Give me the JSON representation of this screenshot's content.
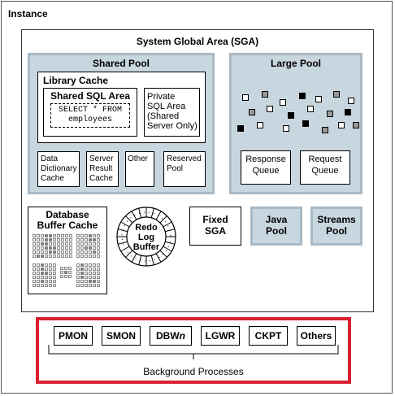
{
  "instance_label": "Instance",
  "sga_label": "System Global Area (SGA)",
  "shared_pool": {
    "label": "Shared Pool",
    "library_cache": {
      "label": "Library Cache",
      "shared_sql_area": {
        "label": "Shared SQL Area",
        "sql_line1": "SELECT * FROM",
        "sql_line2": "employees"
      },
      "private_sql_area": {
        "line1": "Private",
        "line2": "SQL Area",
        "line3": "(Shared",
        "line4": "Server Only)"
      }
    },
    "sub_areas": [
      {
        "line1": "Data",
        "line2": "Dictionary",
        "line3": "Cache"
      },
      {
        "line1": "Server",
        "line2": "Result",
        "line3": "Cache"
      },
      {
        "line1": "Other",
        "line2": "",
        "line3": ""
      },
      {
        "line1": "Reserved",
        "line2": "Pool",
        "line3": ""
      }
    ]
  },
  "large_pool": {
    "label": "Large Pool",
    "response_queue": {
      "line1": "Response",
      "line2": "Queue"
    },
    "request_queue": {
      "line1": "Request",
      "line2": "Queue"
    }
  },
  "buffer_cache": {
    "line1": "Database",
    "line2": "Buffer Cache"
  },
  "redo_log": {
    "line1": "Redo",
    "line2": "Log",
    "line3": "Buffer"
  },
  "fixed_sga": {
    "line1": "Fixed",
    "line2": "SGA"
  },
  "java_pool": {
    "line1": "Java",
    "line2": "Pool"
  },
  "streams_pool": {
    "line1": "Streams",
    "line2": "Pool"
  },
  "background": {
    "label": "Background Processes",
    "processes": [
      "PMON",
      "SMON",
      "DBWn",
      "LGWR",
      "CKPT",
      "Others"
    ]
  },
  "colors": {
    "pool_fill": "#c8d6e0",
    "pool_border": "#a9b9c5",
    "highlight_border": "#d8202f"
  }
}
